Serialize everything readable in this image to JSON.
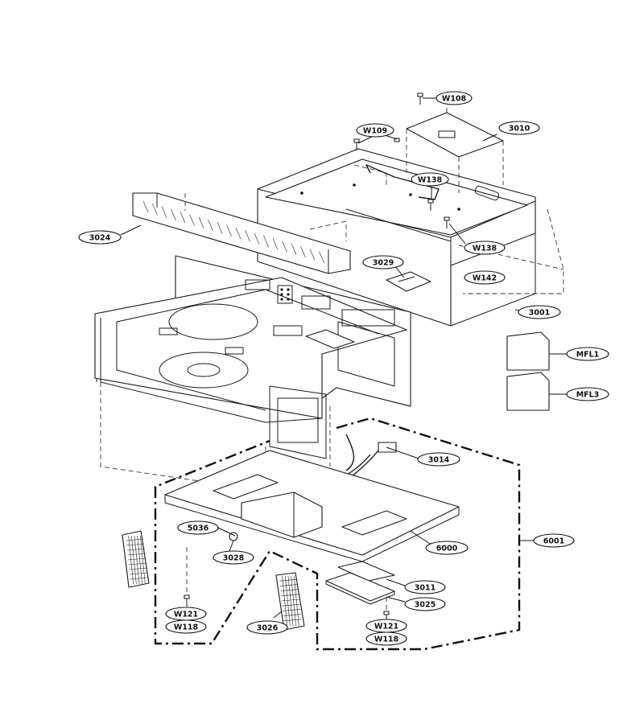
{
  "labels": {
    "W108": "W108",
    "W109": "W109",
    "3010": "3010",
    "W138_a": "W138",
    "W138_b": "W138",
    "3024": "3024",
    "3029": "3029",
    "W142": "W142",
    "3001": "3001",
    "MFL1": "MFL1",
    "MFL3": "MFL3",
    "3014": "3014",
    "6001": "6001",
    "5036": "5036",
    "6000": "6000",
    "3028": "3028",
    "3011": "3011",
    "3025": "3025",
    "W121_a": "W121",
    "W118_a": "W118",
    "W121_b": "W121",
    "W118_b": "W118",
    "3026": "3026"
  }
}
